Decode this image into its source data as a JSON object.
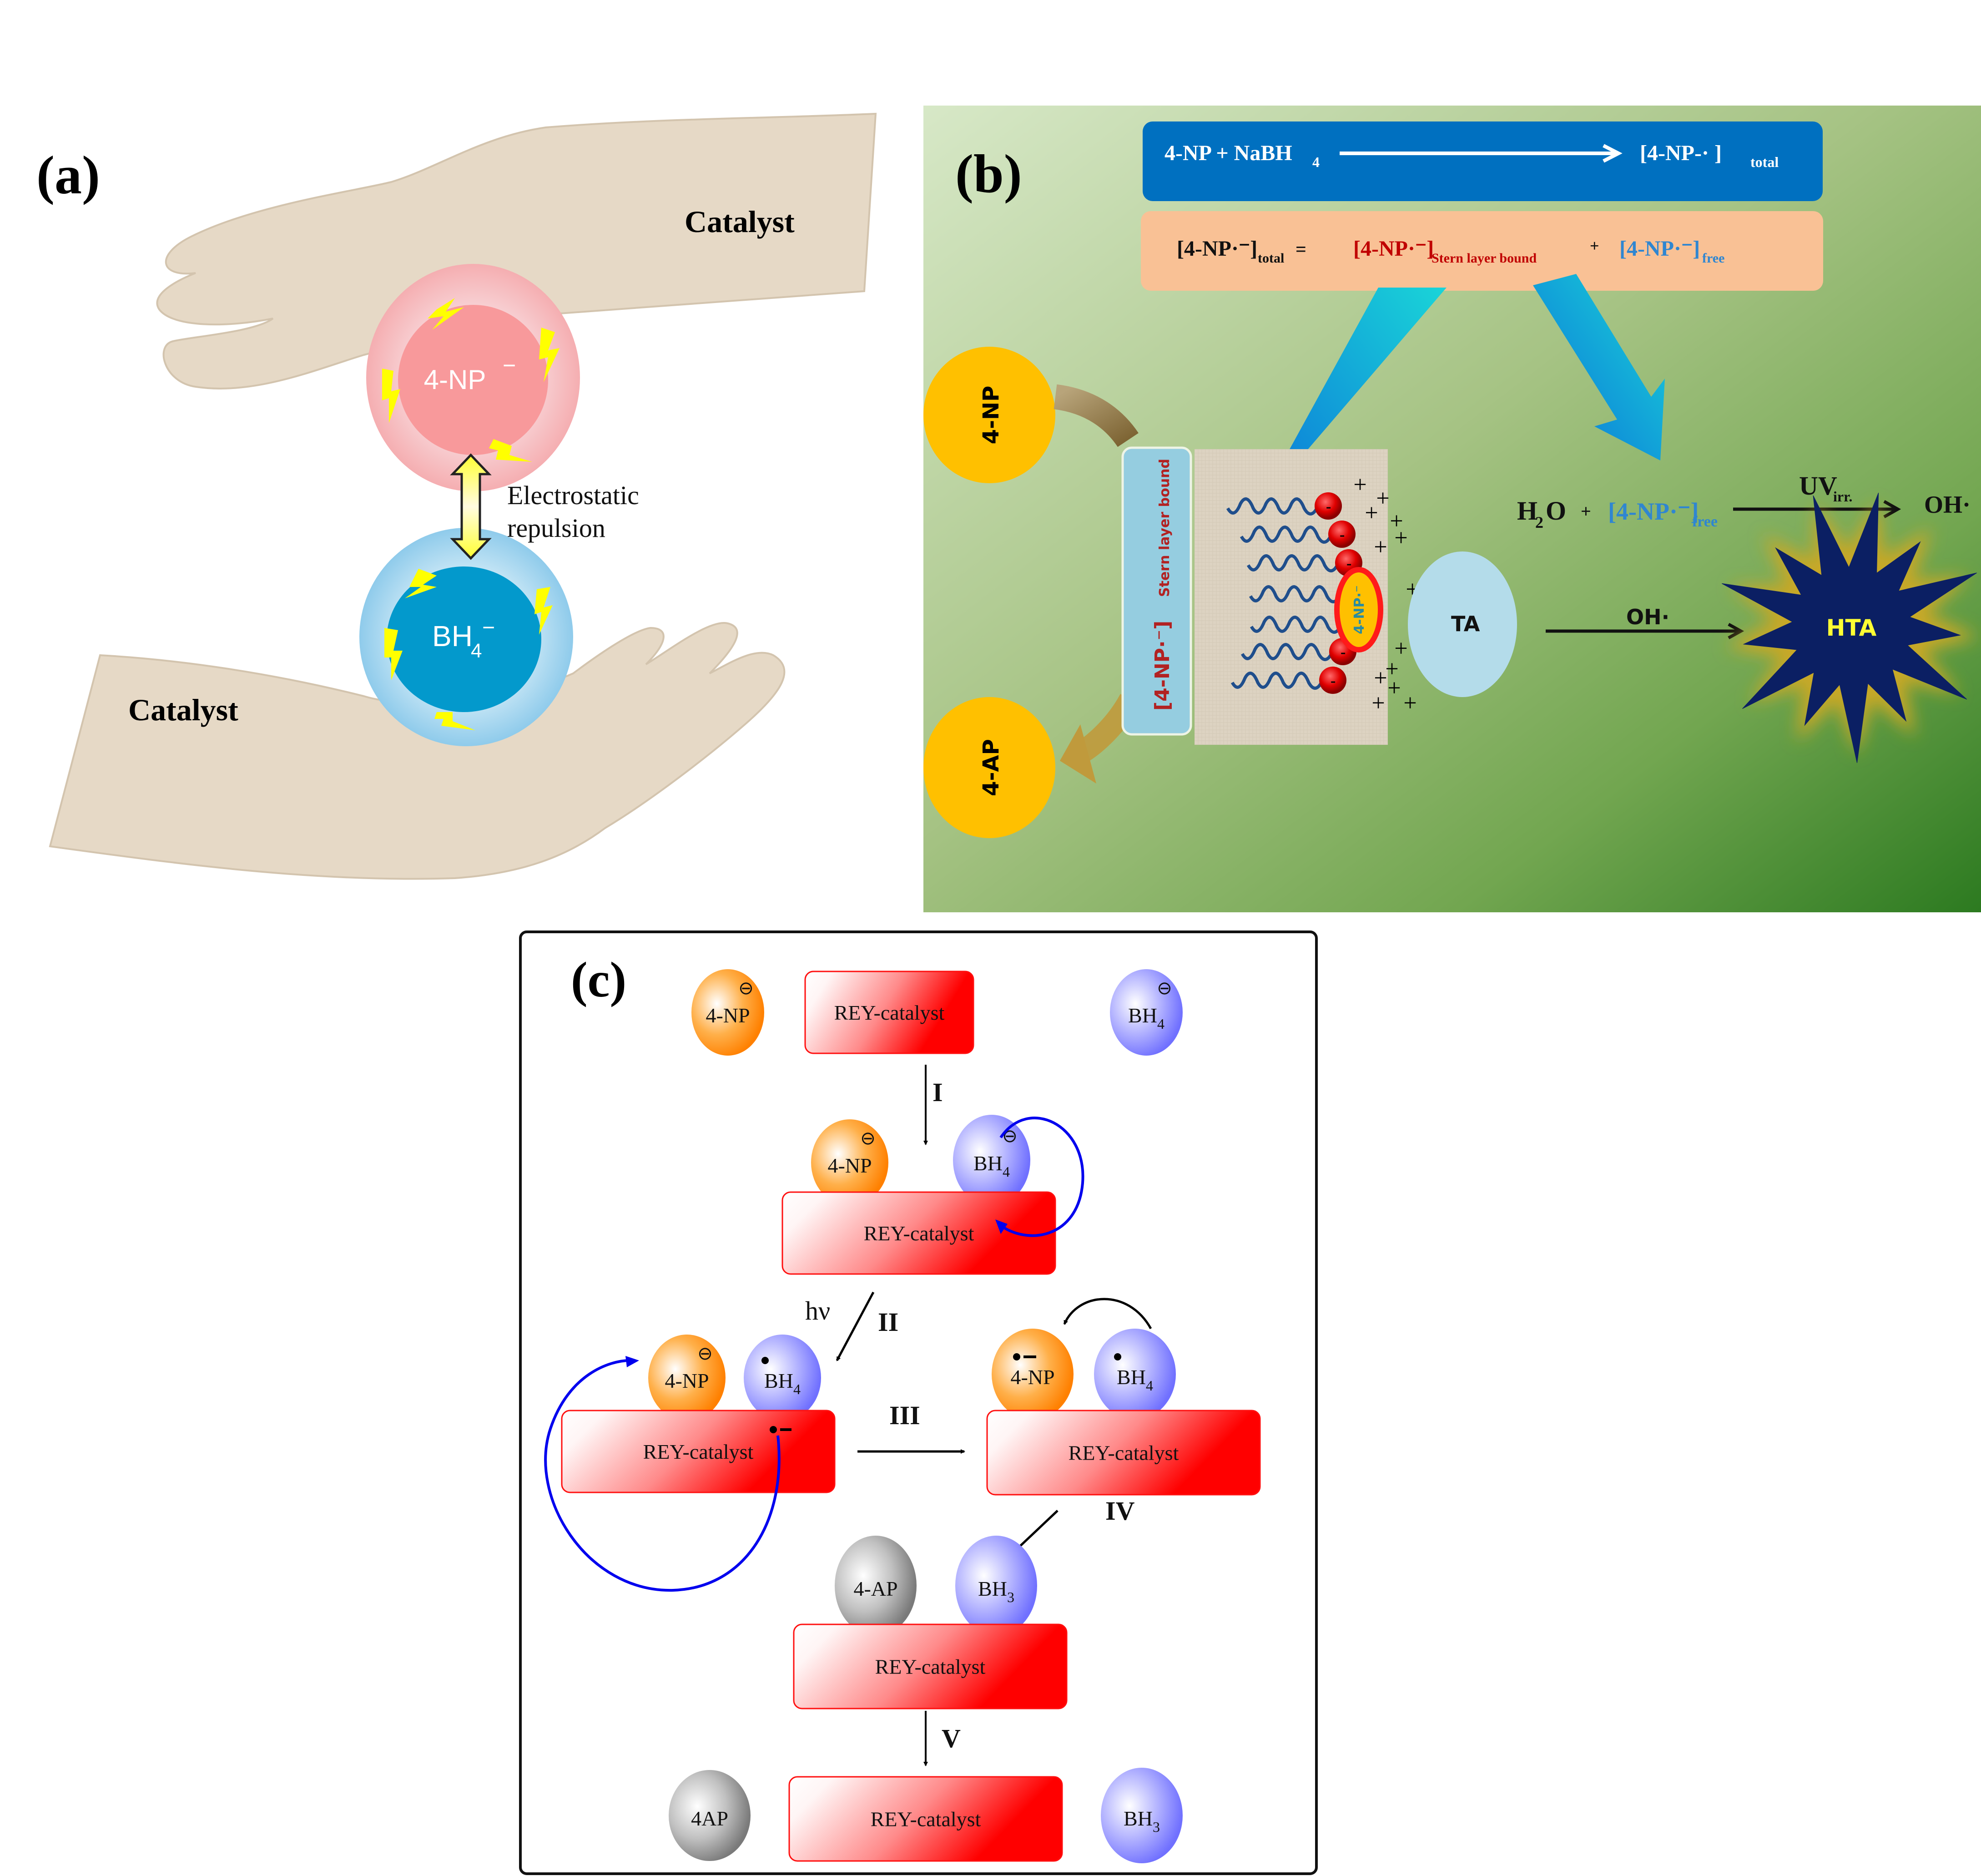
{
  "panel_a": {
    "label": "(a)",
    "catalyst_top": "Catalyst",
    "catalyst_bottom": "Catalyst",
    "anion_top": {
      "text": "4-NP",
      "charge": "−"
    },
    "anion_bottom": {
      "text": "BH",
      "sub": "4",
      "charge": "−"
    },
    "arrow_label_line1": "Electrostatic",
    "arrow_label_line2": "repulsion"
  },
  "panel_b": {
    "label": "(b)",
    "reaction1": {
      "reactants": "4-NP + NaBH",
      "reactants_sub": "4",
      "product": "[4-NP-· ]",
      "product_sub": "total"
    },
    "equation": {
      "lhs": "[4-NP·⁻]",
      "lhs_sub": "total",
      "equals": "=",
      "term1": "[4-NP·⁻]",
      "term1_sub": "Stern layer bound",
      "plus": "+",
      "term2": "[4-NP·⁻]",
      "term2_sub": "free"
    },
    "stern_box_label": "[4-NP·⁻]",
    "stern_box_sub": "Stern layer bound",
    "circle_4np": "4-NP",
    "circle_4ap": "4-AP",
    "bound_anion": "4-NP·⁻",
    "head_charge": "-",
    "counter_charge": "+",
    "reaction2": {
      "h2o": "H",
      "h2o_sub": "2",
      "h2o_end": "O",
      "plus": "+",
      "free_term": "[4-NP·⁻]",
      "free_sub": "free",
      "condition": "UV",
      "condition_sub": "irr.",
      "product": "OH·"
    },
    "ta_label": "TA",
    "ta_arrow_label": "OH·",
    "hta_label": "HTA",
    "colors": {
      "blue_box": "#0070c0",
      "peach_box": "#f9c195",
      "bound_red": "#c00000",
      "free_blue": "#2f86d1",
      "circle_yellow": "#ffc000",
      "ta_blue": "#b4dcea",
      "star_navy": "#0b1f63",
      "hta_yellow": "#ffff33"
    }
  },
  "panel_c": {
    "label": "(c)",
    "catalyst": "REY-catalyst",
    "steps": [
      "I",
      "II",
      "III",
      "IV",
      "V"
    ],
    "hv": "hν",
    "species": {
      "np": "4-NP",
      "bh4": "BH",
      "bh4_sub": "4",
      "bh3": "BH",
      "bh3_sub": "3",
      "ap_dash": "4-AP",
      "ap": "4AP"
    },
    "charge_symbol": "⊖",
    "radical_anion": "•–",
    "radical": "•",
    "colors": {
      "catalyst_red": "#ff0000",
      "np_orange": "#ff8c00",
      "bh_lavender": "#8080ff",
      "ap_grey": "#808080",
      "electron_arrow": "#0000ee"
    }
  }
}
